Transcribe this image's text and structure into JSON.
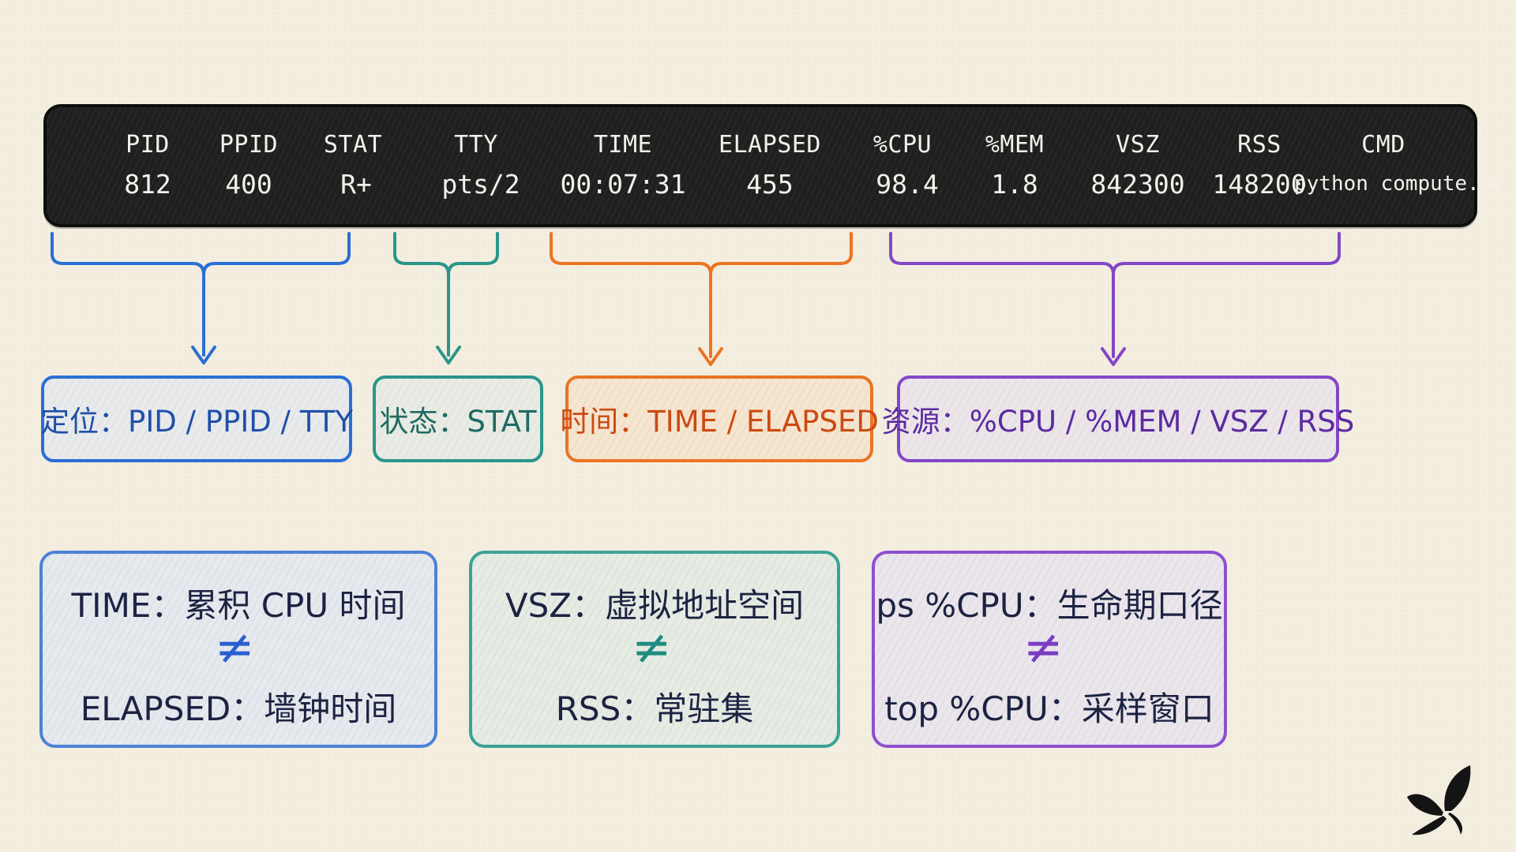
{
  "ps_table": {
    "columns": [
      {
        "header": "PID",
        "value": "812"
      },
      {
        "header": "PPID",
        "value": "400"
      },
      {
        "header": "STAT",
        "value": "R+"
      },
      {
        "header": "TTY",
        "value": "pts/2"
      },
      {
        "header": "TIME",
        "value": "00:07:31"
      },
      {
        "header": "ELAPSED",
        "value": "455"
      },
      {
        "header": "%CPU",
        "value": "98.4"
      },
      {
        "header": "%MEM",
        "value": "1.8"
      },
      {
        "header": "VSZ",
        "value": "842300"
      },
      {
        "header": "RSS",
        "value": "148200"
      },
      {
        "header": "CMD",
        "value": "python compute.py"
      }
    ]
  },
  "categories": [
    {
      "label": "定位：PID / PPID / TTY",
      "color": "#2a6fd4"
    },
    {
      "label": "状态：STAT",
      "color": "#2a968a"
    },
    {
      "label": "时间：TIME / ELAPSED",
      "color": "#ea7425"
    },
    {
      "label": "资源：%CPU / %MEM / VSZ / RSS",
      "color": "#8446c8"
    }
  ],
  "comparisons": [
    {
      "top": "TIME：累积 CPU 时间",
      "symbol": "≠",
      "bottom": "ELAPSED：墙钟时间",
      "color": "#4b82d6",
      "fill": "#e6e9ee"
    },
    {
      "top": "VSZ：虚拟地址空间",
      "symbol": "≠",
      "bottom": "RSS：常驻集",
      "color": "#3aa297",
      "fill": "#e6ece4"
    },
    {
      "top": "ps %CPU：生命期口径",
      "symbol": "≠",
      "bottom": "top %CPU：采样窗口",
      "color": "#8e4fd0",
      "fill": "#ebe6ec"
    }
  ],
  "logo": {
    "icon": "butterfly-icon"
  }
}
